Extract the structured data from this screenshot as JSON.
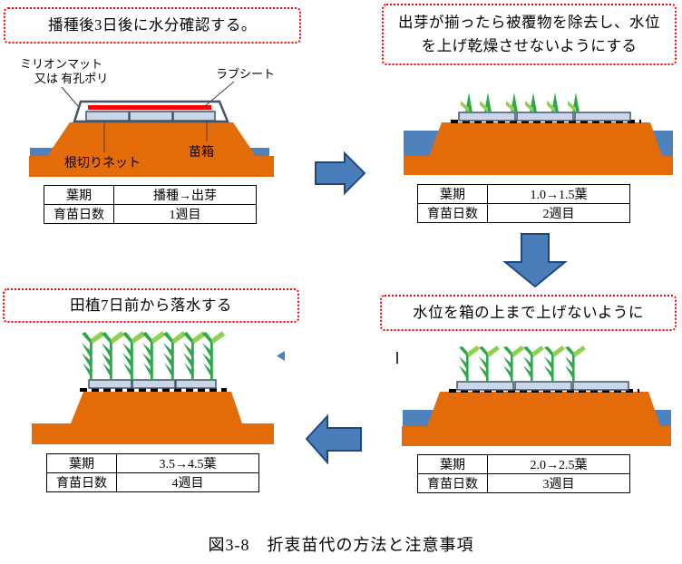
{
  "caption": "図3-8　折衷苗代の方法と注意事項",
  "colors": {
    "note_border": "#FF0000",
    "soil_orange": "#E36C09",
    "water_blue": "#4F81BD",
    "tray_fill": "#C9D7E8",
    "tray_border": "#44546A",
    "sheet_red": "#FF0000",
    "cover_outline": "#44546A",
    "sprout_green": "#2EA84A",
    "leaf_light_green": "#92D050",
    "arrow_fill": "#4A7EBB",
    "arrow_border": "#1F497D"
  },
  "panels": [
    {
      "name": "week1",
      "note_lines": [
        "播種後3日後に水分確認する。"
      ],
      "diagram_labels": {
        "cover_line1": "ミリオンマット",
        "cover_line2": "又は 有孔ポリ",
        "sheet": "ラブシート",
        "net": "根切りネット",
        "tray": "苗箱"
      },
      "table": {
        "rows": [
          [
            "葉期",
            "播種→出芽"
          ],
          [
            "育苗日数",
            "1週目"
          ]
        ]
      }
    },
    {
      "name": "week2",
      "note_lines": [
        "出芽が揃ったら被覆物を除去し、水位",
        "を上げ乾燥させないようにする"
      ],
      "table": {
        "rows": [
          [
            "葉期",
            "1.0→1.5葉"
          ],
          [
            "育苗日数",
            "2週目"
          ]
        ]
      }
    },
    {
      "name": "week3",
      "note_lines": [
        "水位を箱の上まで上げないように"
      ],
      "table": {
        "rows": [
          [
            "葉期",
            "2.0→2.5葉"
          ],
          [
            "育苗日数",
            "3週目"
          ]
        ]
      }
    },
    {
      "name": "week4",
      "note_lines": [
        "田植7日前から落水する"
      ],
      "table": {
        "rows": [
          [
            "葉期",
            "3.5→4.5葉"
          ],
          [
            "育苗日数",
            "4週目"
          ]
        ]
      }
    }
  ]
}
